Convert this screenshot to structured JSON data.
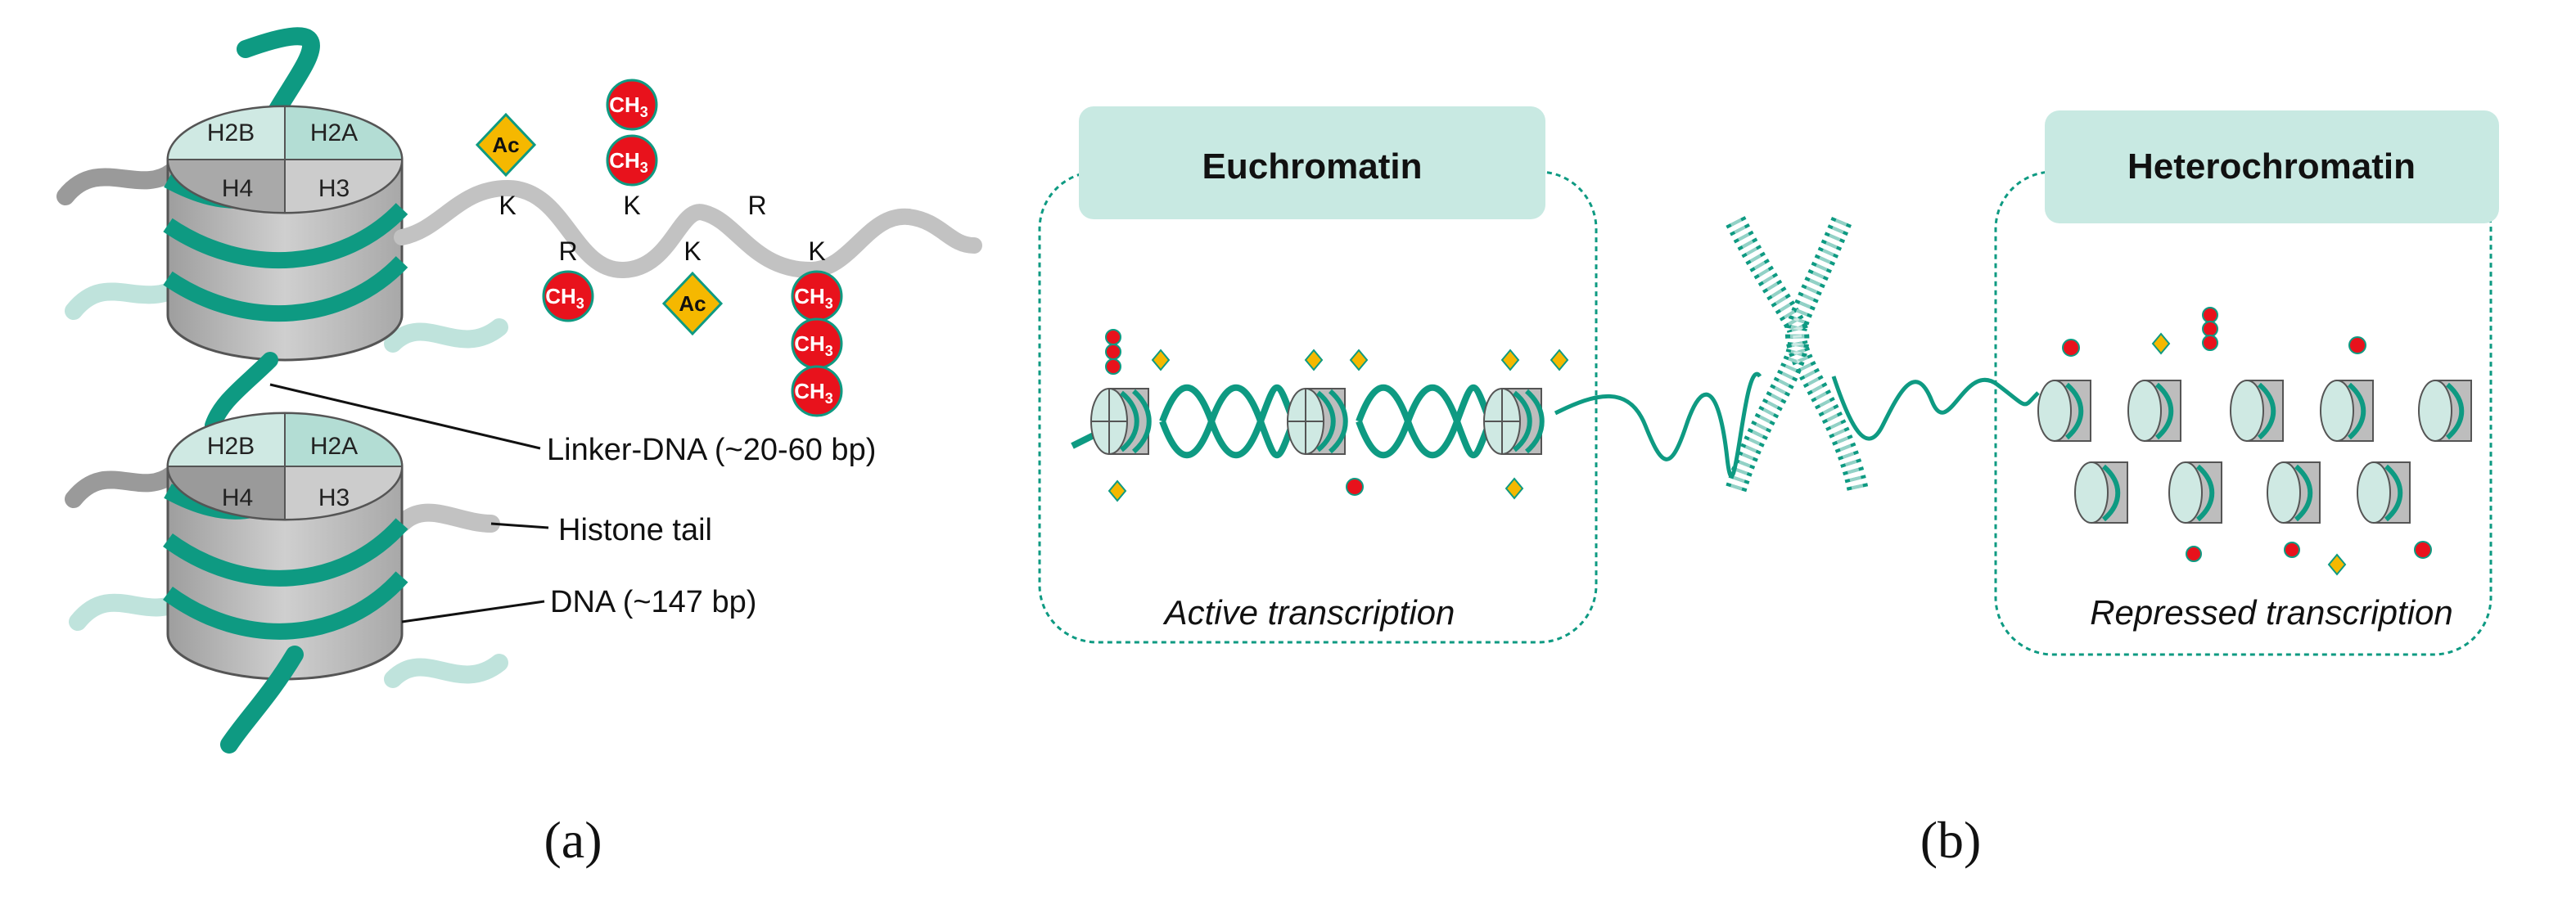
{
  "panel_a": {
    "label": "(a)",
    "top_nucleosome": {
      "h2b": "H2B",
      "h2a": "H2A",
      "h4": "H4",
      "h3": "H3"
    },
    "bottom_nucleosome": {
      "h2b": "H2B",
      "h2a": "H2A",
      "h4": "H4",
      "h3": "H3"
    },
    "residues": [
      "K",
      "R",
      "K",
      "K",
      "R",
      "K"
    ],
    "marks": {
      "methyl": "CH3",
      "methyl_sub": "3",
      "methyl_base": "CH",
      "acetyl": "Ac"
    },
    "labels": {
      "linker": "Linker-DNA (~20-60 bp)",
      "tail": "Histone tail",
      "dna": "DNA (~147 bp)"
    }
  },
  "panel_b": {
    "label": "(b)",
    "euchromatin": {
      "title": "Euchromatin",
      "caption": "Active transcription"
    },
    "heterochromatin": {
      "title": "Heterochromatin",
      "caption": "Repressed transcription"
    }
  },
  "colors": {
    "dna_green": "#0e9a82",
    "light_green": "#bfe3dc",
    "title_box": "#c8e9e2",
    "histone_gray": "#bdbdbd",
    "methyl_red": "#e8121c",
    "acetyl_yellow": "#f5b800"
  }
}
